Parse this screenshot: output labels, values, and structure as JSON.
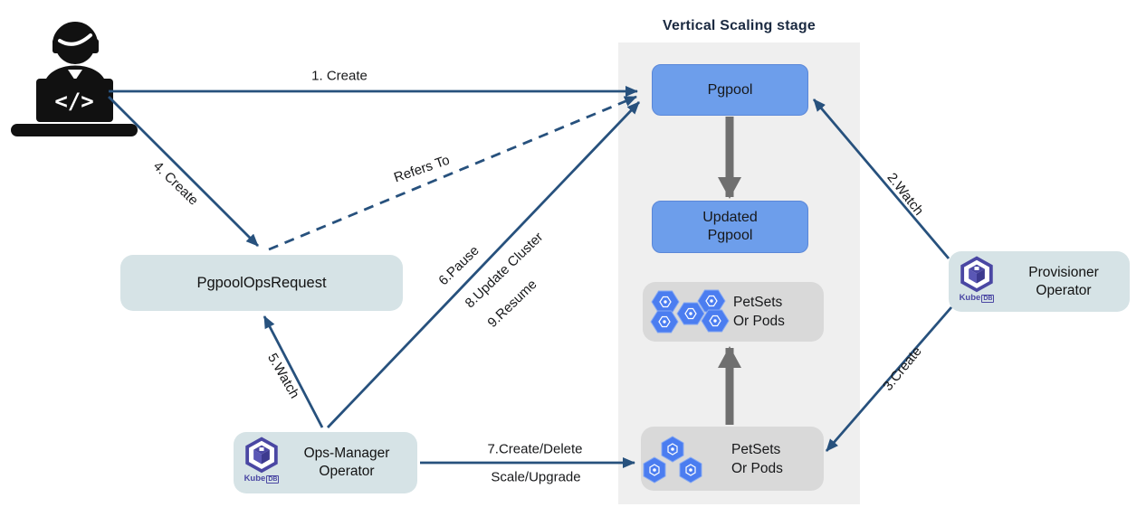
{
  "diagram": {
    "title": "Vertical Scaling stage",
    "actor": {
      "name": "developer",
      "glyph": "</>"
    },
    "kubedb": {
      "part1": "Kube",
      "part2": "DB"
    },
    "nodes": {
      "pgpool": {
        "label": "Pgpool"
      },
      "updatedPgpool": {
        "line1": "Updated",
        "line2": "Pgpool"
      },
      "petsetsTop": {
        "line1": "PetSets",
        "line2": "Or Pods"
      },
      "petsetsBottom": {
        "line1": "PetSets",
        "line2": "Or Pods"
      },
      "pgpoolOpsRequest": {
        "label": "PgpoolOpsRequest"
      },
      "opsManager": {
        "line1": "Ops-Manager",
        "line2": "Operator"
      },
      "provisioner": {
        "line1": "Provisioner",
        "line2": "Operator"
      }
    },
    "edges": {
      "e1": {
        "label": "1. Create"
      },
      "e2": {
        "label": "2.Watch"
      },
      "e3": {
        "label": "3.Create"
      },
      "e4": {
        "label": "4. Create"
      },
      "e5": {
        "label": "5.Watch"
      },
      "e6": {
        "label": "6.Pause"
      },
      "e7a": {
        "label": "7.Create/Delete"
      },
      "e7b": {
        "label": "Scale/Upgrade"
      },
      "e8": {
        "label": "8.Update Cluster"
      },
      "e9": {
        "label": "9.Resume"
      },
      "refers": {
        "label": "Refers To"
      }
    },
    "colors": {
      "arrow": "#27517d",
      "blueNode": "#6d9eeb",
      "blueNodeBorder": "#5a87d8",
      "tealNode": "#d6e3e6",
      "grayNode": "#d9d9d9",
      "stagePanel": "#efefef",
      "grayArrow": "#6f6f6f",
      "kubedbPurple": "#4a47a3",
      "podBlue": "#4b7df0",
      "titleText": "#1b2a41"
    }
  }
}
